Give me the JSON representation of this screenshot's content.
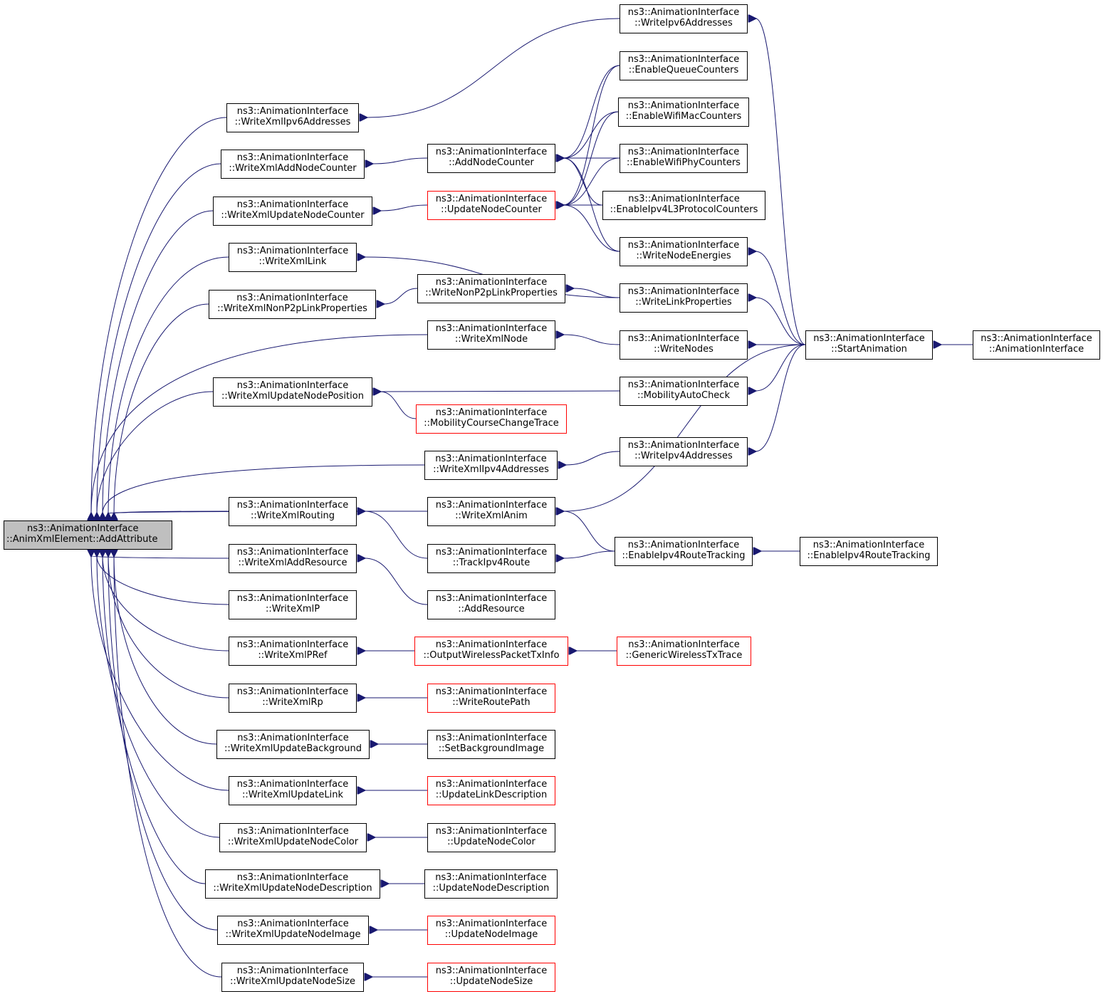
{
  "colors": {
    "edge": "#191970",
    "border": "#000000",
    "truncated_border": "#ff0000",
    "root_fill": "#bfbfbf"
  },
  "nodes": {
    "add_attribute": {
      "line1": "ns3::AnimationInterface",
      "line2": "::AnimXmlElement::AddAttribute",
      "root": true
    },
    "write_xml_ipv6_addresses": {
      "line1": "ns3::AnimationInterface",
      "line2": "::WriteXmlIpv6Addresses"
    },
    "write_xml_add_node_counter": {
      "line1": "ns3::AnimationInterface",
      "line2": "::WriteXmlAddNodeCounter"
    },
    "write_xml_update_node_counter": {
      "line1": "ns3::AnimationInterface",
      "line2": "::WriteXmlUpdateNodeCounter"
    },
    "write_xml_link": {
      "line1": "ns3::AnimationInterface",
      "line2": "::WriteXmlLink"
    },
    "write_xml_non_p2p_link_properties": {
      "line1": "ns3::AnimationInterface",
      "line2": "::WriteXmlNonP2pLinkProperties"
    },
    "write_xml_update_node_position": {
      "line1": "ns3::AnimationInterface",
      "line2": "::WriteXmlUpdateNodePosition"
    },
    "write_xml_routing": {
      "line1": "ns3::AnimationInterface",
      "line2": "::WriteXmlRouting"
    },
    "write_xml_add_resource": {
      "line1": "ns3::AnimationInterface",
      "line2": "::WriteXmlAddResource"
    },
    "write_xml_p": {
      "line1": "ns3::AnimationInterface",
      "line2": "::WriteXmlP"
    },
    "write_xml_p_ref": {
      "line1": "ns3::AnimationInterface",
      "line2": "::WriteXmlPRef"
    },
    "write_xml_rp": {
      "line1": "ns3::AnimationInterface",
      "line2": "::WriteXmlRp"
    },
    "write_xml_update_background": {
      "line1": "ns3::AnimationInterface",
      "line2": "::WriteXmlUpdateBackground"
    },
    "write_xml_update_link": {
      "line1": "ns3::AnimationInterface",
      "line2": "::WriteXmlUpdateLink"
    },
    "write_xml_update_node_color": {
      "line1": "ns3::AnimationInterface",
      "line2": "::WriteXmlUpdateNodeColor"
    },
    "write_xml_update_node_description": {
      "line1": "ns3::AnimationInterface",
      "line2": "::WriteXmlUpdateNodeDescription"
    },
    "write_xml_update_node_image": {
      "line1": "ns3::AnimationInterface",
      "line2": "::WriteXmlUpdateNodeImage"
    },
    "write_xml_update_node_size": {
      "line1": "ns3::AnimationInterface",
      "line2": "::WriteXmlUpdateNodeSize"
    },
    "add_node_counter": {
      "line1": "ns3::AnimationInterface",
      "line2": "::AddNodeCounter"
    },
    "update_node_counter": {
      "line1": "ns3::AnimationInterface",
      "line2": "::UpdateNodeCounter",
      "truncated": true
    },
    "write_non_p2p_link_properties": {
      "line1": "ns3::AnimationInterface",
      "line2": "::WriteNonP2pLinkProperties"
    },
    "write_xml_node": {
      "line1": "ns3::AnimationInterface",
      "line2": "::WriteXmlNode"
    },
    "mobility_course_change_trace": {
      "line1": "ns3::AnimationInterface",
      "line2": "::MobilityCourseChangeTrace",
      "truncated": true
    },
    "write_xml_ipv4_addresses": {
      "line1": "ns3::AnimationInterface",
      "line2": "::WriteXmlIpv4Addresses"
    },
    "write_xml_anim": {
      "line1": "ns3::AnimationInterface",
      "line2": "::WriteXmlAnim"
    },
    "track_ipv4_route": {
      "line1": "ns3::AnimationInterface",
      "line2": "::TrackIpv4Route"
    },
    "add_resource": {
      "line1": "ns3::AnimationInterface",
      "line2": "::AddResource"
    },
    "output_wireless_packet_tx_info": {
      "line1": "ns3::AnimationInterface",
      "line2": "::OutputWirelessPacketTxInfo",
      "truncated": true
    },
    "write_route_path": {
      "line1": "ns3::AnimationInterface",
      "line2": "::WriteRoutePath",
      "truncated": true
    },
    "set_background_image": {
      "line1": "ns3::AnimationInterface",
      "line2": "::SetBackgroundImage"
    },
    "update_link_description": {
      "line1": "ns3::AnimationInterface",
      "line2": "::UpdateLinkDescription",
      "truncated": true
    },
    "update_node_color": {
      "line1": "ns3::AnimationInterface",
      "line2": "::UpdateNodeColor"
    },
    "update_node_description": {
      "line1": "ns3::AnimationInterface",
      "line2": "::UpdateNodeDescription"
    },
    "update_node_image": {
      "line1": "ns3::AnimationInterface",
      "line2": "::UpdateNodeImage",
      "truncated": true
    },
    "update_node_size": {
      "line1": "ns3::AnimationInterface",
      "line2": "::UpdateNodeSize",
      "truncated": true
    },
    "write_ipv6_addresses": {
      "line1": "ns3::AnimationInterface",
      "line2": "::WriteIpv6Addresses"
    },
    "enable_queue_counters": {
      "line1": "ns3::AnimationInterface",
      "line2": "::EnableQueueCounters"
    },
    "enable_wifi_mac_counters": {
      "line1": "ns3::AnimationInterface",
      "line2": "::EnableWifiMacCounters"
    },
    "enable_wifi_phy_counters": {
      "line1": "ns3::AnimationInterface",
      "line2": "::EnableWifiPhyCounters"
    },
    "enable_ipv4_l3_protocol_counters": {
      "line1": "ns3::AnimationInterface",
      "line2": "::EnableIpv4L3ProtocolCounters"
    },
    "write_node_energies": {
      "line1": "ns3::AnimationInterface",
      "line2": "::WriteNodeEnergies"
    },
    "write_link_properties": {
      "line1": "ns3::AnimationInterface",
      "line2": "::WriteLinkProperties"
    },
    "write_nodes": {
      "line1": "ns3::AnimationInterface",
      "line2": "::WriteNodes"
    },
    "mobility_auto_check": {
      "line1": "ns3::AnimationInterface",
      "line2": "::MobilityAutoCheck"
    },
    "write_ipv4_addresses": {
      "line1": "ns3::AnimationInterface",
      "line2": "::WriteIpv4Addresses"
    },
    "enable_ipv4_route_tracking": {
      "line1": "ns3::AnimationInterface",
      "line2": "::EnableIpv4RouteTracking"
    },
    "generic_wireless_tx_trace": {
      "line1": "ns3::AnimationInterface",
      "line2": "::GenericWirelessTxTrace",
      "truncated": true
    },
    "start_animation": {
      "line1": "ns3::AnimationInterface",
      "line2": "::StartAnimation"
    },
    "enable_ipv4_route_tracking_2": {
      "line1": "ns3::AnimationInterface",
      "line2": "::EnableIpv4RouteTracking"
    },
    "animation_interface": {
      "line1": "ns3::AnimationInterface",
      "line2": "::AnimationInterface"
    }
  },
  "edges": [
    [
      "add_attribute",
      "write_xml_ipv6_addresses"
    ],
    [
      "add_attribute",
      "write_xml_add_node_counter"
    ],
    [
      "add_attribute",
      "write_xml_update_node_counter"
    ],
    [
      "add_attribute",
      "write_xml_link"
    ],
    [
      "add_attribute",
      "write_xml_non_p2p_link_properties"
    ],
    [
      "add_attribute",
      "write_xml_node"
    ],
    [
      "add_attribute",
      "write_xml_update_node_position"
    ],
    [
      "add_attribute",
      "write_xml_ipv4_addresses"
    ],
    [
      "add_attribute",
      "write_xml_anim"
    ],
    [
      "add_attribute",
      "write_xml_routing"
    ],
    [
      "add_attribute",
      "write_xml_add_resource"
    ],
    [
      "add_attribute",
      "write_xml_p"
    ],
    [
      "add_attribute",
      "write_xml_p_ref"
    ],
    [
      "add_attribute",
      "write_xml_rp"
    ],
    [
      "add_attribute",
      "write_xml_update_background"
    ],
    [
      "add_attribute",
      "write_xml_update_link"
    ],
    [
      "add_attribute",
      "write_xml_update_node_color"
    ],
    [
      "add_attribute",
      "write_xml_update_node_description"
    ],
    [
      "add_attribute",
      "write_xml_update_node_image"
    ],
    [
      "add_attribute",
      "write_xml_update_node_size"
    ],
    [
      "write_xml_ipv6_addresses",
      "write_ipv6_addresses"
    ],
    [
      "write_xml_add_node_counter",
      "add_node_counter"
    ],
    [
      "write_xml_update_node_counter",
      "update_node_counter"
    ],
    [
      "write_xml_link",
      "write_link_properties"
    ],
    [
      "write_xml_non_p2p_link_properties",
      "write_non_p2p_link_properties"
    ],
    [
      "write_xml_update_node_position",
      "mobility_auto_check"
    ],
    [
      "write_xml_update_node_position",
      "mobility_course_change_trace"
    ],
    [
      "write_xml_routing",
      "track_ipv4_route"
    ],
    [
      "write_xml_add_resource",
      "add_resource"
    ],
    [
      "write_xml_p_ref",
      "output_wireless_packet_tx_info"
    ],
    [
      "write_xml_rp",
      "write_route_path"
    ],
    [
      "write_xml_update_background",
      "set_background_image"
    ],
    [
      "write_xml_update_link",
      "update_link_description"
    ],
    [
      "write_xml_update_node_color",
      "update_node_color"
    ],
    [
      "write_xml_update_node_description",
      "update_node_description"
    ],
    [
      "write_xml_update_node_image",
      "update_node_image"
    ],
    [
      "write_xml_update_node_size",
      "update_node_size"
    ],
    [
      "add_node_counter",
      "enable_queue_counters"
    ],
    [
      "add_node_counter",
      "enable_wifi_mac_counters"
    ],
    [
      "add_node_counter",
      "enable_wifi_phy_counters"
    ],
    [
      "add_node_counter",
      "enable_ipv4_l3_protocol_counters"
    ],
    [
      "add_node_counter",
      "write_node_energies"
    ],
    [
      "update_node_counter",
      "enable_queue_counters"
    ],
    [
      "update_node_counter",
      "enable_wifi_mac_counters"
    ],
    [
      "update_node_counter",
      "enable_wifi_phy_counters"
    ],
    [
      "update_node_counter",
      "enable_ipv4_l3_protocol_counters"
    ],
    [
      "update_node_counter",
      "write_node_energies"
    ],
    [
      "write_non_p2p_link_properties",
      "write_link_properties"
    ],
    [
      "write_xml_node",
      "write_nodes"
    ],
    [
      "write_xml_ipv4_addresses",
      "write_ipv4_addresses"
    ],
    [
      "write_xml_anim",
      "start_animation"
    ],
    [
      "write_xml_anim",
      "enable_ipv4_route_tracking"
    ],
    [
      "track_ipv4_route",
      "enable_ipv4_route_tracking"
    ],
    [
      "output_wireless_packet_tx_info",
      "generic_wireless_tx_trace"
    ],
    [
      "write_ipv6_addresses",
      "start_animation"
    ],
    [
      "write_node_energies",
      "start_animation"
    ],
    [
      "write_link_properties",
      "start_animation"
    ],
    [
      "write_nodes",
      "start_animation"
    ],
    [
      "mobility_auto_check",
      "start_animation"
    ],
    [
      "write_ipv4_addresses",
      "start_animation"
    ],
    [
      "enable_ipv4_route_tracking",
      "enable_ipv4_route_tracking_2"
    ],
    [
      "start_animation",
      "animation_interface"
    ]
  ]
}
